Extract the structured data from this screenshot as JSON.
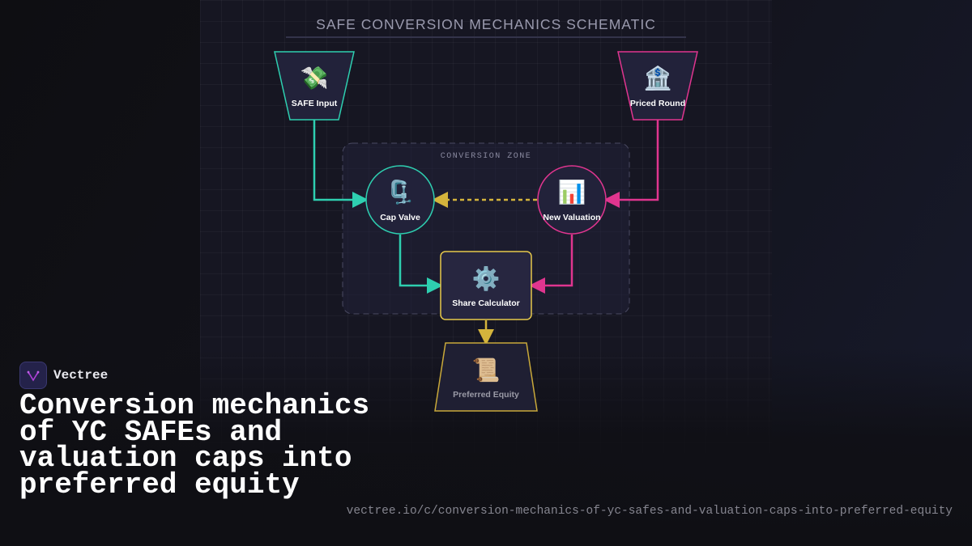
{
  "diagram": {
    "title": "SAFE CONVERSION MECHANICS SCHEMATIC",
    "zone_label": "CONVERSION ZONE",
    "nodes": {
      "safe_input": {
        "label": "SAFE Input",
        "icon": "money-with-wings-icon",
        "glyph": "💸",
        "color": "#2ecfb0"
      },
      "priced_round": {
        "label": "Priced Round",
        "icon": "bank-icon",
        "glyph": "🏦",
        "color": "#e0358f"
      },
      "cap_valve": {
        "label": "Cap Valve",
        "icon": "clamp-icon",
        "glyph": "🗜️",
        "color": "#2ecfb0"
      },
      "new_valuation": {
        "label": "New Valuation",
        "icon": "bar-chart-icon",
        "glyph": "📊",
        "color": "#e0358f"
      },
      "share_calculator": {
        "label": "Share Calculator",
        "icon": "gear-icon",
        "glyph": "⚙️",
        "color": "#e6c84a"
      },
      "preferred_equity": {
        "label": "Preferred Equity",
        "icon": "scroll-icon",
        "glyph": "📜",
        "color": "#c9a93a"
      }
    }
  },
  "brand": {
    "name": "Vectree"
  },
  "headline": "Conversion mechanics of YC SAFEs and valuation caps into preferred equity",
  "url": "vectree.io/c/conversion-mechanics-of-yc-safes-and-valuation-caps-into-preferred-equity"
}
